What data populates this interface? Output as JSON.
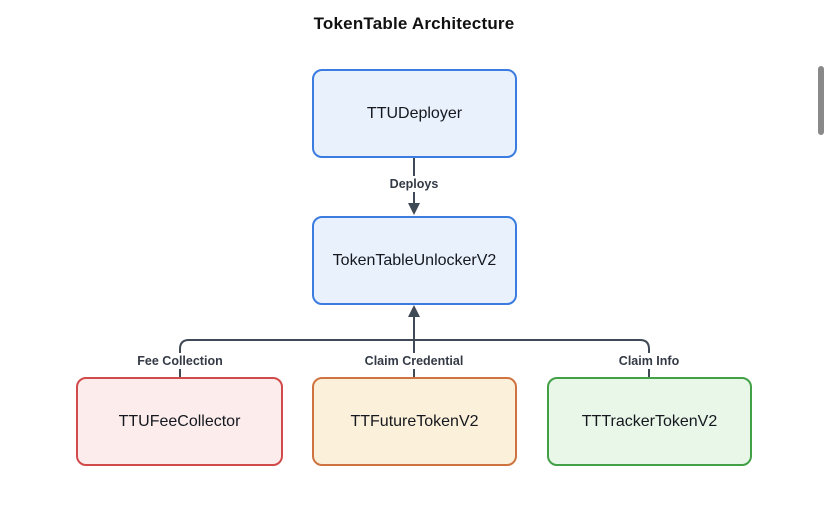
{
  "diagram": {
    "title": "TokenTable Architecture",
    "nodes": [
      {
        "id": "ttu-deployer",
        "label": "TTUDeployer",
        "fill": "#e9f1fc",
        "border": "#3b7ce0"
      },
      {
        "id": "tokentable-unlocker",
        "label": "TokenTableUnlockerV2",
        "fill": "#e9f1fc",
        "border": "#3b7ce0"
      },
      {
        "id": "ttu-fee-collector",
        "label": "TTUFeeCollector",
        "fill": "#fcecec",
        "border": "#d24b4b"
      },
      {
        "id": "tt-future-token",
        "label": "TTFutureTokenV2",
        "fill": "#fbf0d9",
        "border": "#cf7440"
      },
      {
        "id": "tt-tracker-token",
        "label": "TTTrackerTokenV2",
        "fill": "#e9f7e9",
        "border": "#42a046"
      }
    ],
    "edges": [
      {
        "from": "TTUDeployer",
        "to": "TokenTableUnlockerV2",
        "label": "Deploys"
      },
      {
        "from": "TTUFeeCollector",
        "to": "TokenTableUnlockerV2",
        "label": "Fee Collection"
      },
      {
        "from": "TTFutureTokenV2",
        "to": "TokenTableUnlockerV2",
        "label": "Claim Credential"
      },
      {
        "from": "TTTrackerTokenV2",
        "to": "TokenTableUnlockerV2",
        "label": "Claim Info"
      }
    ],
    "line_color": "#404a56"
  }
}
